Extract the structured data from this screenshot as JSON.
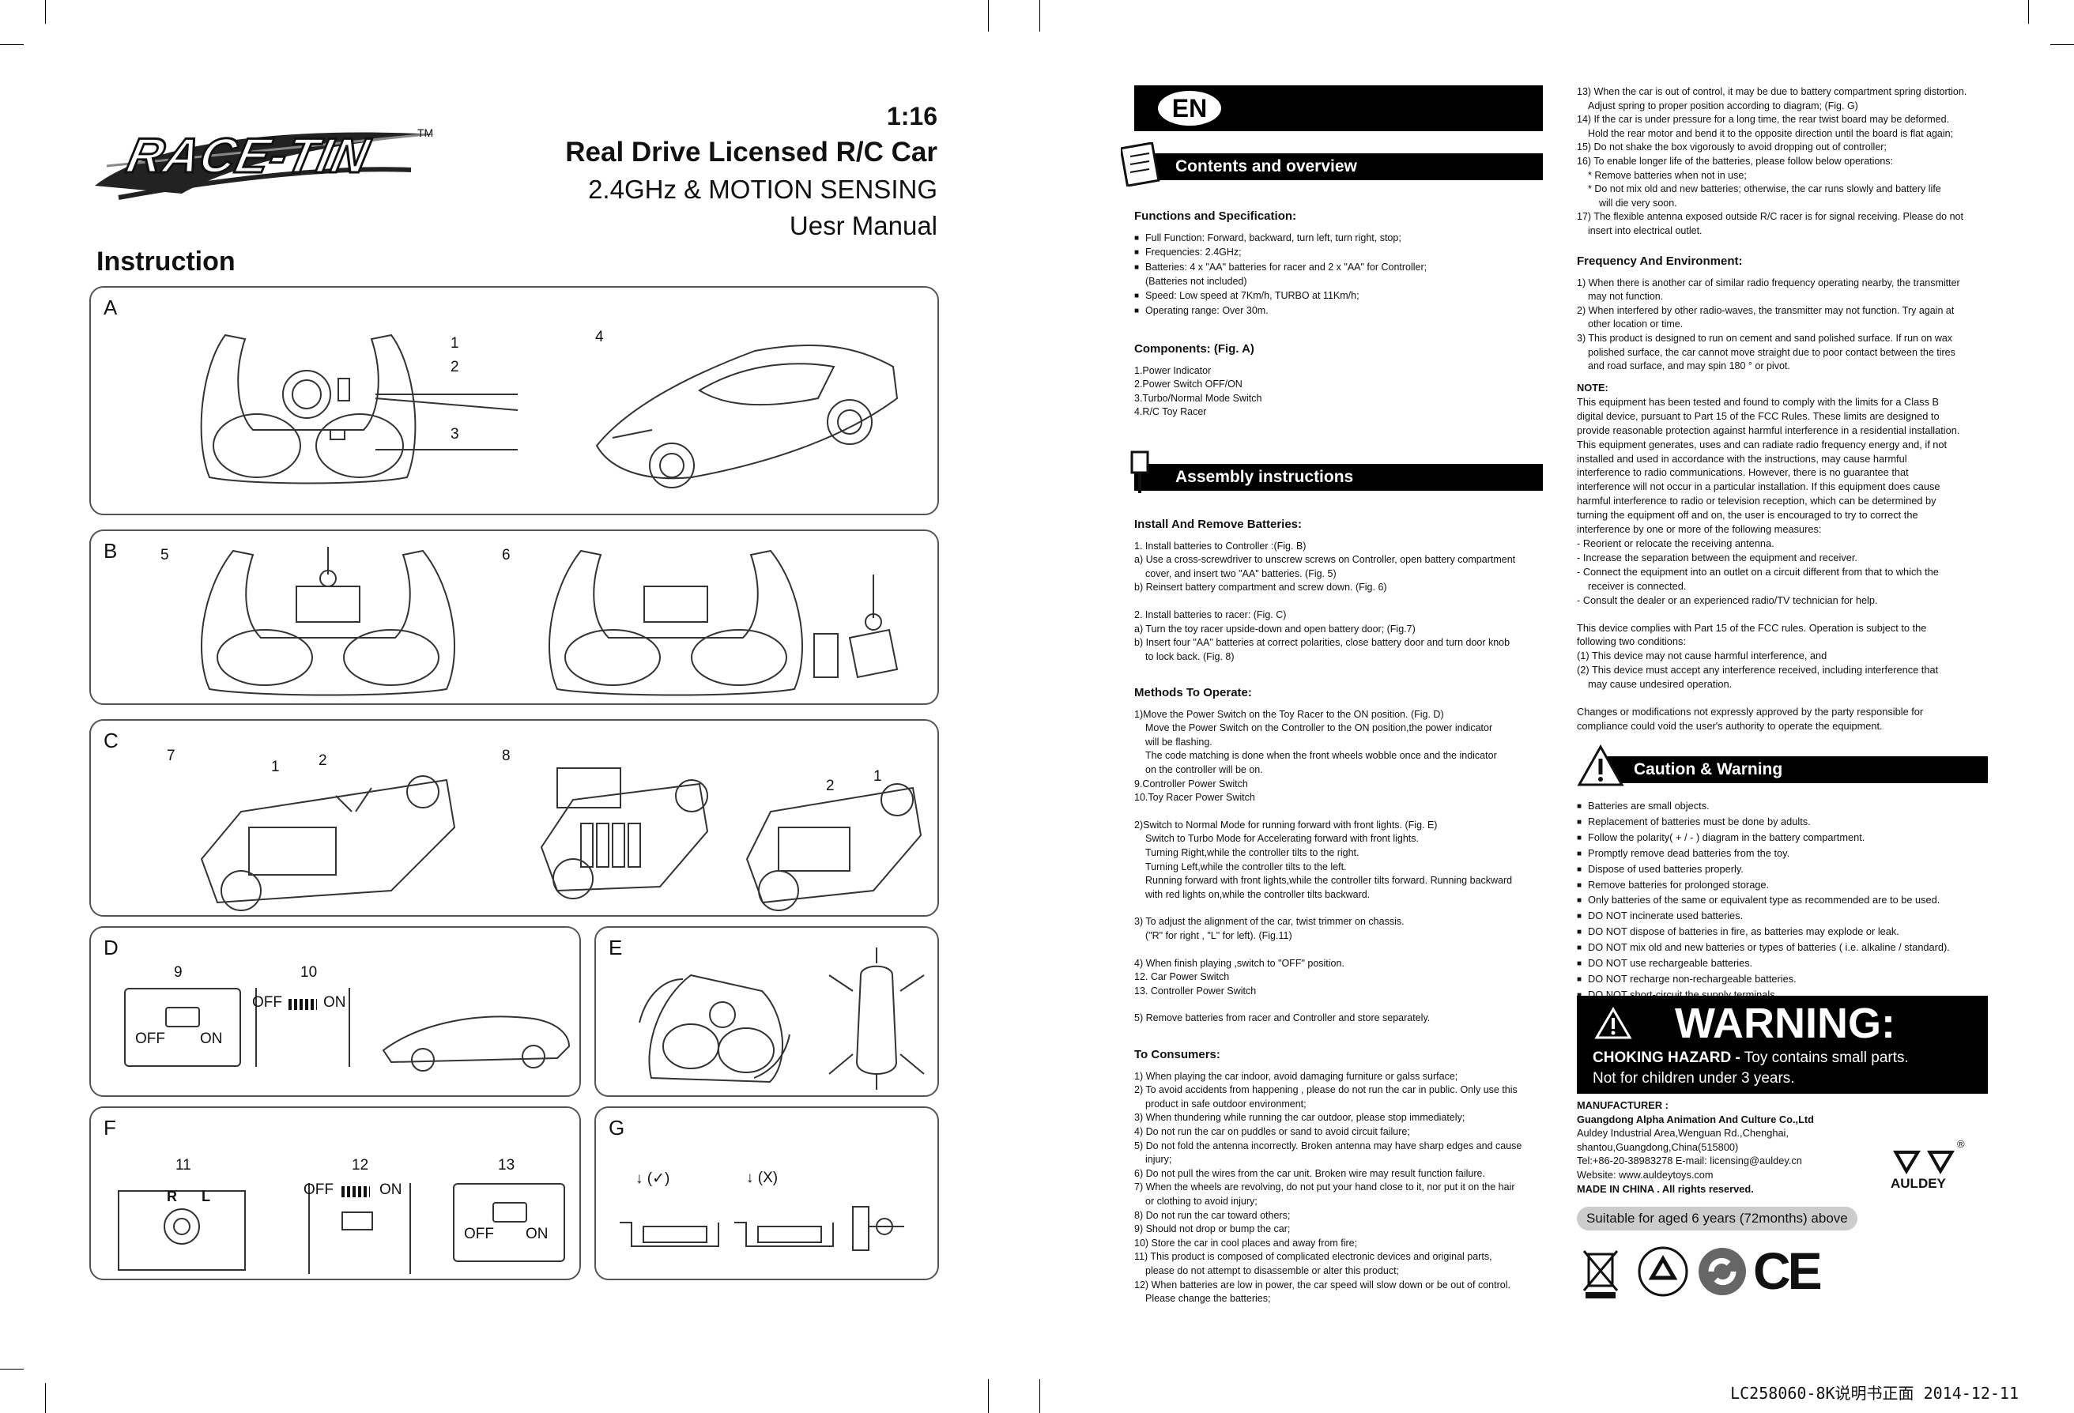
{
  "brand": {
    "logo_text": "RACE-TIN",
    "trademark": "TM"
  },
  "title": {
    "scale": "1:16",
    "product": "Real Drive Licensed R/C Car",
    "tech": "2.4GHz & MOTION SENSING",
    "manual": "Uesr Manual"
  },
  "instruction_heading": "Instruction",
  "panels": {
    "A": {
      "letter": "A",
      "nums": [
        "1",
        "2",
        "3",
        "4"
      ]
    },
    "B": {
      "letter": "B",
      "nums": [
        "5",
        "6"
      ]
    },
    "C": {
      "letter": "C",
      "nums": [
        "7",
        "8"
      ],
      "arrow_nums": [
        "1",
        "2",
        "2",
        "1"
      ]
    },
    "D": {
      "letter": "D",
      "nums": [
        "9",
        "10"
      ],
      "off": "OFF",
      "on": "ON"
    },
    "E": {
      "letter": "E"
    },
    "F": {
      "letter": "F",
      "nums": [
        "11",
        "12",
        "13"
      ],
      "off": "OFF",
      "on": "ON",
      "r": "R",
      "l": "L"
    },
    "G": {
      "letter": "G",
      "ok": "(✓)",
      "bad": "(X)"
    }
  },
  "lang": "EN",
  "sections": {
    "contents": "Contents and overview",
    "assembly": "Assembly instructions",
    "caution": "Caution & Warning"
  },
  "functions": {
    "heading": "Functions and Specification:",
    "items": [
      "Full Function: Forward, backward, turn left, turn right, stop;",
      "Frequencies: 2.4GHz;",
      "Batteries: 4 x  \"AA\" batteries for racer and 2 x  \"AA\" for Controller;",
      "Speed: Low speed at 7Km/h, TURBO at 11Km/h;",
      "Operating range: Over 30m."
    ],
    "batteries_note": "(Batteries not included)"
  },
  "components": {
    "heading": "Components: (Fig. A)",
    "items": [
      "1.Power Indicator",
      "2.Power Switch OFF/ON",
      "3.Turbo/Normal Mode Switch",
      "4.R/C Toy Racer"
    ]
  },
  "install": {
    "heading": "Install And Remove Batteries:",
    "lines": [
      "1. Install batteries to Controller  :(Fig. B)",
      "a) Use a cross-screwdriver to unscrew screws on Controller, open battery compartment",
      "cover, and insert two \"AA\" batteries. (Fig. 5)",
      "b) Reinsert battery compartment and screw down. (Fig. 6)",
      "2. Install batteries to racer: (Fig. C)",
      "a) Turn the toy racer upside-down and open battery door; (Fig.7)",
      "b) Insert four \"AA\" batteries at correct polarities, close battery door and turn door knob",
      "to lock back. (Fig. 8)"
    ]
  },
  "methods": {
    "heading": "Methods To Operate:",
    "lines": [
      "1)Move the Power Switch on the Toy Racer to the ON position. (Fig. D)",
      "Move the Power Switch on the Controller to the ON position,the power indicator",
      "will be flashing.",
      "The code matching is done when the front wheels wobble once and the indicator",
      "on the controller will be on.",
      "9.Controller Power Switch",
      "10.Toy Racer Power Switch",
      "2)Switch to Normal Mode for running forward with front lights. (Fig. E)",
      "Switch to Turbo Mode for Accelerating forward with front lights.",
      "Turning Right,while the controller tilts to the right.",
      "Turning Left,while the controller tilts to the left.",
      "Running forward with front lights,while the controller tilts forward. Running backward",
      "with red lights on,while the controller tilts backward.",
      "3) To adjust the alignment of the car, twist trimmer on chassis.",
      "(\"R\" for right , \"L\" for left). (Fig.11)",
      "4) When finish playing ,switch to \"OFF\" position.",
      "12. Car Power Switch",
      "13. Controller Power Switch",
      "5) Remove batteries from racer and Controller  and  store separately."
    ]
  },
  "consumers": {
    "heading": "To Consumers:",
    "lines": [
      "1) When playing the car indoor, avoid damaging furniture or galss surface;",
      "2) To avoid accidents from happening , please do not run the car in public. Only use this",
      "product in safe outdoor environment;",
      "3) When thundering while running the car outdoor, please stop immediately;",
      "4) Do not run the car on puddles or sand to avoid circuit failure;",
      "5) Do not fold the antenna incorrectly. Broken antenna may have sharp edges and cause",
      "injury;",
      "6) Do not pull the wires from the car unit. Broken wire may result function failure.",
      "7) When the wheels are revolving, do not put your hand close to it, nor put it on the hair",
      "or clothing to avoid injury;",
      "8) Do not run the car toward others;",
      "9) Should not drop or bump the car;",
      "10) Store the car in cool places and away from fire;",
      "11) This product is composed of complicated electronic devices and original parts,",
      "please do  not attempt to disassemble or alter this product;",
      "12) When batteries are low in power, the car speed will slow down or be out of control.",
      "Please change the batteries;"
    ]
  },
  "right_top": {
    "lines": [
      "13) When the car is out of control, it may be due to battery compartment spring distortion.",
      "Adjust spring to proper position according to diagram; (Fig. G)",
      "14) If the car is under pressure for a long time, the rear twist board may be deformed.",
      "Hold the rear motor and bend it to the opposite direction until the board is flat again;",
      "15) Do not shake the box vigorously to avoid dropping out of controller;",
      "16) To enable longer life of the batteries, please follow below operations:",
      "* Remove batteries when not in use;",
      "* Do not mix old and new batteries; otherwise, the car runs slowly and battery life",
      "will die very soon.",
      "17) The flexible antenna exposed outside R/C racer is for signal receiving. Please do not",
      "insert into electrical outlet."
    ]
  },
  "frequency": {
    "heading": "Frequency And Environment:",
    "lines": [
      "1) When there is another car of similar radio frequency operating nearby, the transmitter",
      "may not function.",
      "2) When interfered by other radio-waves, the transmitter may not function. Try again at",
      "other location or time.",
      "3) This product is designed to run on cement and sand polished surface. If run on wax",
      "polished surface, the car cannot move straight due to poor contact between the tires",
      "and road surface, and may spin 180 ° or pivot."
    ]
  },
  "note": {
    "heading": "NOTE:",
    "lines": [
      "This equipment has been tested and found to comply with the limits for a Class B",
      "digital device, pursuant to Part 15 of the FCC Rules. These limits are designed to",
      "provide reasonable protection against harmful interference in a residential installation.",
      "This equipment generates, uses and can radiate radio frequency energy and, if not",
      "installed and used in accordance with the instructions, may cause harmful",
      "interference to radio communications. However, there is no guarantee that",
      "interference will not occur in a particular installation. If this equipment does cause",
      "harmful interference to radio or television reception, which can be determined by",
      "turning the equipment off and on, the user is encouraged to try to correct the",
      "interference by one or more of the following measures:",
      "- Reorient or relocate the receiving antenna.",
      "- Increase the separation between the equipment and receiver.",
      "- Connect the equipment into an outlet on a circuit different from that to which the",
      "receiver is connected.",
      "- Consult the dealer or an experienced radio/TV technician for help.",
      "This device complies with Part 15 of the FCC rules. Operation is subject to the",
      "following two conditions:",
      "(1) This device may not cause harmful interference, and",
      "(2) This device must accept any interference received, including interference that",
      "may cause undesired operation.",
      "Changes or modifications not expressly approved by the party responsible for",
      "compliance could void the user's authority to operate the equipment."
    ]
  },
  "caution": {
    "items": [
      "Batteries are small objects.",
      "Replacement of batteries must be done by adults.",
      "Follow the polarity( + / - ) diagram in the battery compartment.",
      "Promptly remove dead batteries from the toy.",
      "Dispose of used batteries properly.",
      "Remove batteries for prolonged storage.",
      "Only batteries of the same or equivalent type as recommended are to be used.",
      "DO NOT  incinerate used batteries.",
      "DO NOT  dispose of batteries in fire, as batteries may explode or leak.",
      "DO NOT  mix old and new batteries or types of batteries ( i.e. alkaline /  standard).",
      "DO NOT  use rechargeable batteries.",
      "DO NOT  recharge non-rechargeable batteries.",
      "DO NOT  short-circuit the supply terminals."
    ]
  },
  "warning": {
    "title": "WARNING:",
    "hazard": "CHOKING HAZARD -",
    "hazard_text": "Toy contains small parts.",
    "age": "Not for children under 3 years."
  },
  "manufacturer": {
    "label": "MANUFACTURER :",
    "name": "Guangdong Alpha Animation And Culture Co.,Ltd",
    "addr1": "Auldey Industrial Area,Wenguan Rd.,Chenghai,",
    "addr2": "shantou,Guangdong,China(515800)",
    "tel": "Tel:+86-20-38983278    E-mail:  licensing@auldey.cn",
    "web": "Website:  www.auldeytoys.com",
    "made": "MADE IN CHINA . All rights reserved.",
    "brand": "AULDEY",
    "reg": "®"
  },
  "age_pill": "Suitable for aged 6 years (72months) above",
  "ce": "CE",
  "footer": "LC258060-8K说明书正面  2014-12-11",
  "colors": {
    "ink": "#111111",
    "panel_border": "#555555",
    "pill": "#cccccc"
  }
}
